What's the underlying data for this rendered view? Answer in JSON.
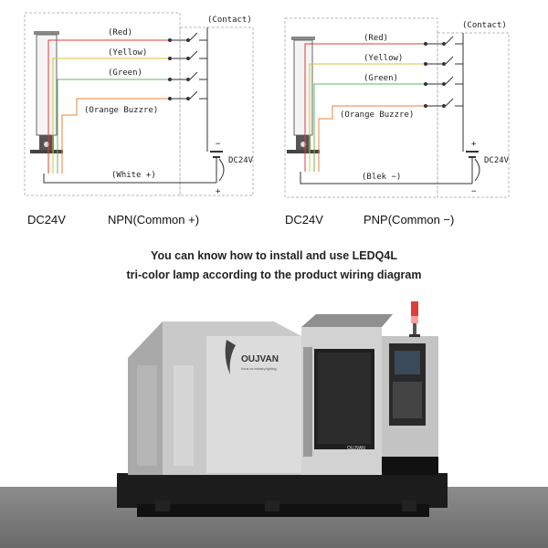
{
  "colors": {
    "red": "#e23b3b",
    "yellow": "#d9c43a",
    "green": "#5fb85f",
    "orange": "#e8833a",
    "wire": "#333333",
    "dash": "#b8b8b8"
  },
  "diagrams": [
    {
      "contact_label": "(Contact)",
      "wires": [
        "(Red)",
        "(Yellow)",
        "(Green)",
        "(Orange Buzzre)"
      ],
      "common_wire": "(White +)",
      "supply": "DC24V",
      "top_sign": "−",
      "bottom_sign": "+",
      "voltage": "DC24V",
      "mode": "NPN(Common +)"
    },
    {
      "contact_label": "(Contact)",
      "wires": [
        "(Red)",
        "(Yellow)",
        "(Green)",
        "(Orange Buzzre)"
      ],
      "common_wire": "(Blek −)",
      "supply": "DC24V",
      "top_sign": "+",
      "bottom_sign": "−",
      "voltage": "DC24V",
      "mode": "PNP(Common −)"
    }
  ],
  "caption": {
    "line1": "You can know how to install and use LEDQ4L",
    "line2": "tri-color lamp according to the product wiring diagram"
  },
  "machine": {
    "brand": "OUJVAN",
    "tagline": "focus on industry lighting",
    "door_brand": "OUJVAN"
  }
}
